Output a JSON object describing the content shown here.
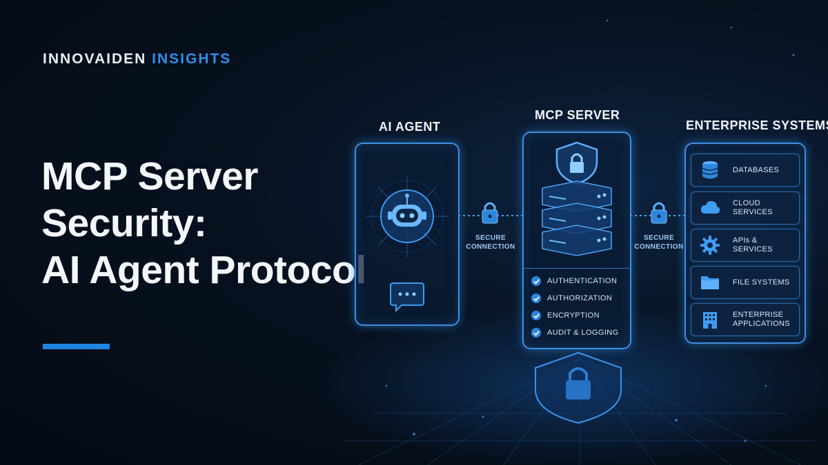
{
  "brand": {
    "word1": "INNOVAIDEN",
    "word2": "INSIGHTS"
  },
  "headline": {
    "line1": "MCP Server",
    "line2": "Security:",
    "line3": "AI Agent Protocol"
  },
  "diagram": {
    "agent_title": "AI AGENT",
    "server_title": "MCP SERVER",
    "enterprise_title": "ENTERPRISE SYSTEMS",
    "secure_connection_line1": "SECURE",
    "secure_connection_line2": "CONNECTION",
    "server_features": [
      "AUTHENTICATION",
      "AUTHORIZATION",
      "ENCRYPTION",
      "AUDIT & LOGGING"
    ],
    "enterprise_items": [
      {
        "label": "DATABASES",
        "icon": "database-icon"
      },
      {
        "label": "CLOUD SERVICES",
        "icon": "cloud-icon"
      },
      {
        "label": "APIs & SERVICES",
        "icon": "gear-icon"
      },
      {
        "label": "FILE SYSTEMS",
        "icon": "folder-icon"
      },
      {
        "label": "ENTERPRISE APPLICATIONS",
        "icon": "building-icon"
      }
    ]
  },
  "colors": {
    "accent": "#2f8fe8",
    "background": "#07111f",
    "panel_border": "#3f8fe0"
  }
}
